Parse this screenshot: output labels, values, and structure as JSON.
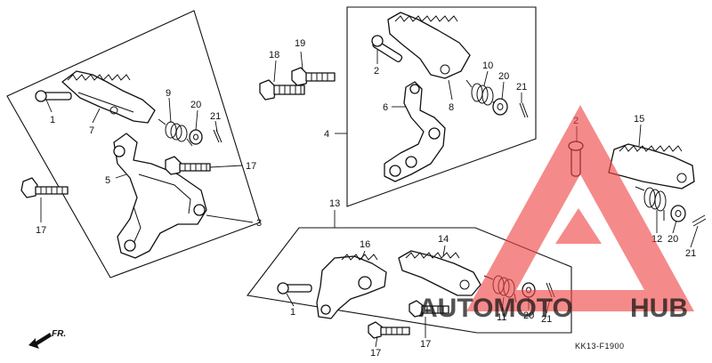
{
  "diagram": {
    "callouts": {
      "c1a": "1",
      "c7": "7",
      "c9": "9",
      "c20a": "20",
      "c21a": "21",
      "c5": "5",
      "c17a": "17",
      "c17b": "17",
      "c3": "3",
      "c18": "18",
      "c19": "19",
      "c2a": "2",
      "c10": "10",
      "c20b": "20",
      "c21b": "21",
      "c4": "4",
      "c6": "6",
      "c8": "8",
      "c2b": "2",
      "c15": "15",
      "c12": "12",
      "c20c": "20",
      "c21c": "21",
      "c13": "13",
      "c16": "16",
      "c14": "14",
      "c1b": "1",
      "c11": "11",
      "c20d": "20",
      "c21d": "21",
      "c17c": "17",
      "c17d": "17"
    },
    "direction_label": "FR.",
    "drawing_code": "KK13-F1900"
  },
  "watermark": {
    "word_a": "AUTOMOTO",
    "word_b": "HUB",
    "color_a": "#f5b31b",
    "color_b": "#9a9a9a",
    "logo_color": "#ef4444"
  }
}
